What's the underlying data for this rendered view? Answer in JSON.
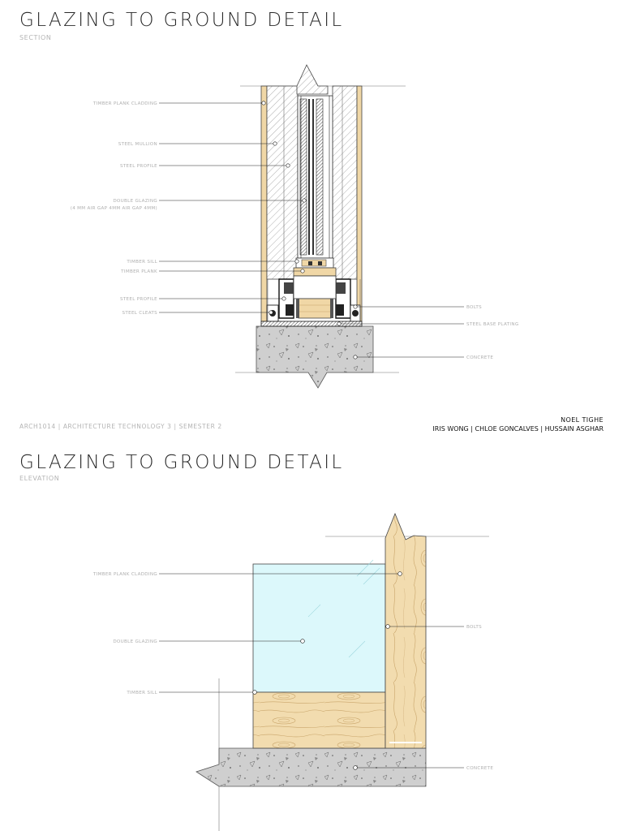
{
  "section": {
    "title": "GLAZING TO GROUND DETAIL",
    "subtitle": "SECTION",
    "labels_left": {
      "timber_plank_cladding": "TIMBER PLANK CLADDING",
      "steel_mullion": "STEEL MULLION",
      "steel_profile": "STEEL PROFILE",
      "double_glazing": "DOUBLE GLAZING",
      "double_glazing_note": "(4 MM AIR GAP 4MM AIR GAP 4MM)",
      "timber_sill": "TIMBER SILL",
      "timber_plank": "TIMBER PLANK",
      "steel_profile_2": "STEEL PROFILE",
      "steel_cleats": "STEEL CLEATS"
    },
    "labels_right": {
      "bolts": "BOLTS",
      "steel_base_plating": "STEEL BASE PLATING",
      "concrete": "CONCRETE"
    }
  },
  "footer": {
    "course": "ARCH1014 | ARCHITECTURE TECHNOLOGY 3 | SEMESTER 2",
    "tutor": "NOEL TIGHE",
    "team": "IRIS WONG | CHLOE GONCALVES | HUSSAIN ASGHAR"
  },
  "elevation": {
    "title": "GLAZING TO GROUND DETAIL",
    "subtitle": "ELEVATION",
    "labels_left": {
      "timber_plank_cladding": "TIMBER PLANK CLADDING",
      "double_glazing": "DOUBLE GLAZING",
      "timber_sill": "TIMBER SILL"
    },
    "labels_right": {
      "bolts": "BOLTS",
      "concrete": "CONCRETE"
    }
  },
  "colors": {
    "timber": "#f0d7a6",
    "timber_grain": "#c9a56a",
    "glass": "#dcf8fb",
    "concrete": "#cdcdcd",
    "steel_hatch": "#8a8a8a"
  }
}
